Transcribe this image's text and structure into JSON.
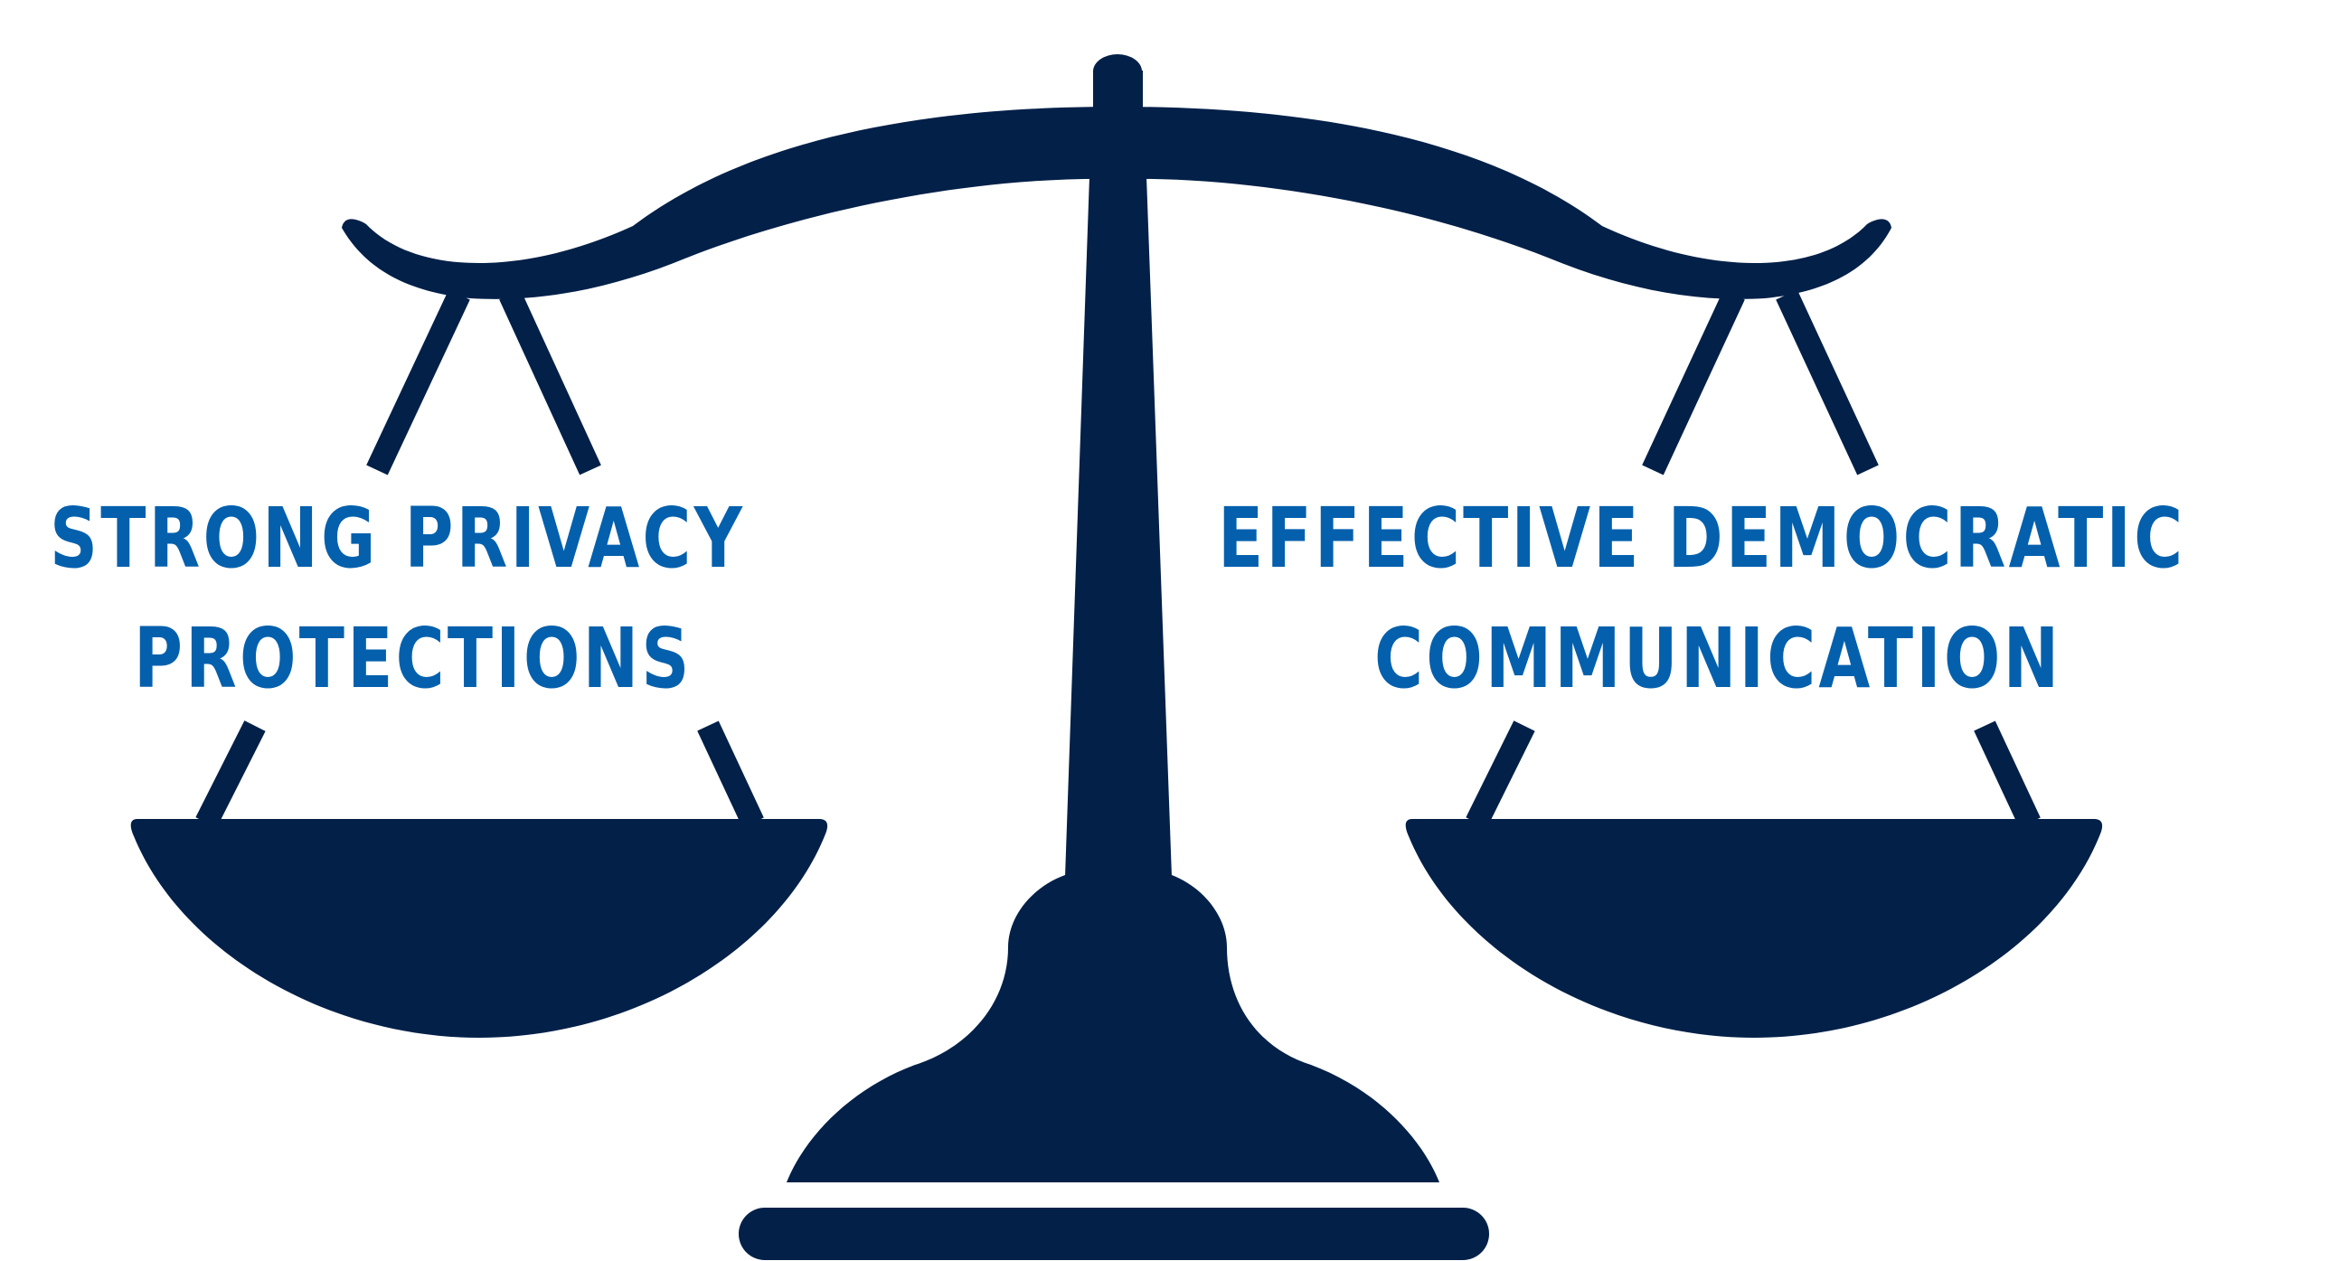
{
  "colors": {
    "scale": "#022048",
    "label": "#0460ad",
    "background": "#ffffff"
  },
  "left_label": {
    "line1": "STRONG PRIVACY",
    "line2": "PROTECTIONS"
  },
  "right_label": {
    "line1": "EFFECTIVE DEMOCRATIC",
    "line2": "COMMUNICATION"
  },
  "icon": "balance-scale-icon"
}
